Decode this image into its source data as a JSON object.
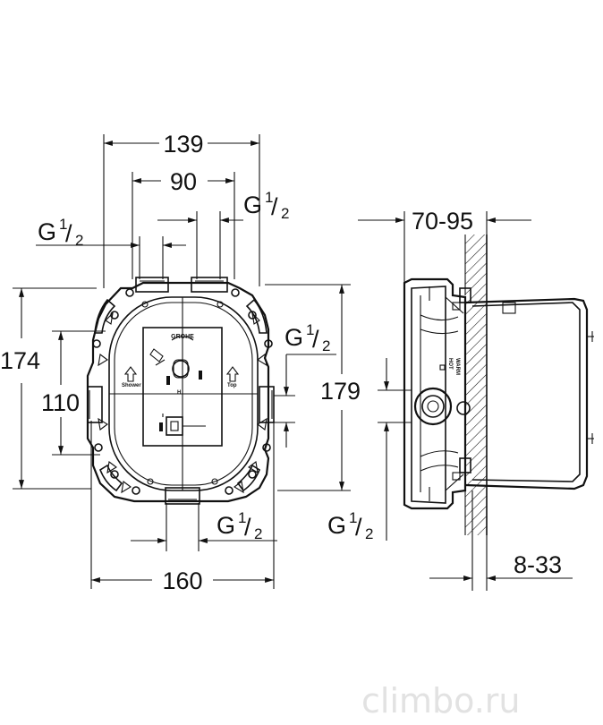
{
  "brand": "GROHE",
  "dimensions": {
    "top_width": "139",
    "inner_width": "90",
    "bottom_width": "160",
    "left_height": "174",
    "inner_height": "110",
    "right_height": "179",
    "side_depth": "70-95",
    "side_wall": "8-33"
  },
  "threads": {
    "prefix": "G",
    "numerator": "1",
    "denominator": "2"
  },
  "labels": {
    "left_arrow": "Shower",
    "right_arrow": "Top",
    "side_text_1": "WARM",
    "side_text_2": "HOT",
    "hot_mark": "H"
  },
  "watermark": "climbo.ru"
}
